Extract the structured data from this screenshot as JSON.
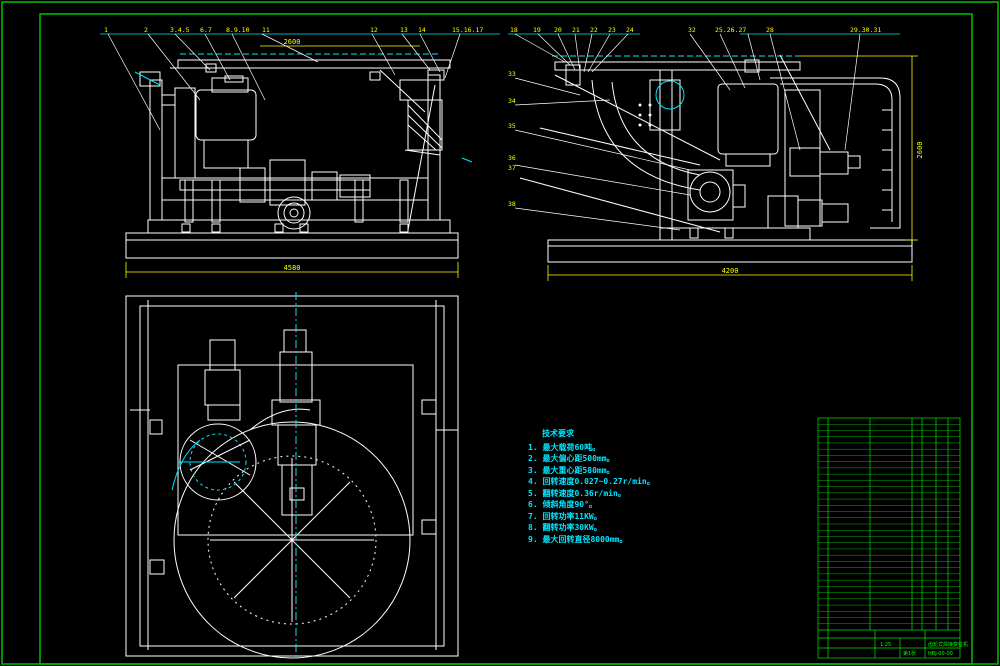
{
  "colors": {
    "frame": "#00c000",
    "drawing": "#ffffff",
    "annotation": "#00e6ff",
    "title_block": "#00e600",
    "table_text": "#00ff00",
    "background": "#000000"
  },
  "dimensions": {
    "front_width": "4580",
    "side_width": "4200",
    "side_height": "2600",
    "top_dim": "2600"
  },
  "callouts_front": [
    "1",
    "2",
    "3.4.5",
    "6.7",
    "8.9.10",
    "11",
    "12",
    "13",
    "14",
    "15.16.17"
  ],
  "callouts_side": [
    "18",
    "19",
    "20",
    "21",
    "22",
    "23",
    "24",
    "25.26.27",
    "28",
    "29.30.31",
    "32",
    "33",
    "34",
    "35",
    "36",
    "37",
    "38"
  ],
  "tech_heading": "技术要求",
  "tech_requirements": [
    "1. 最大载荷60吨。",
    "2. 最大偏心距500mm。",
    "3. 最大重心距580mm。",
    "4. 回转速度0.027~0.27r/min。",
    "5. 翻转速度0.36r/min。",
    "6. 倾斜角度90°。",
    "7. 回转功率11KW。",
    "8. 翻转功率30KW。",
    "9. 最大回转直径8000mm。"
  ],
  "title_block": {
    "name": "齿轮式焊接变位机",
    "scale": "1:25",
    "sheet": "第1张",
    "drawing_no": "HBJ-00-00"
  }
}
